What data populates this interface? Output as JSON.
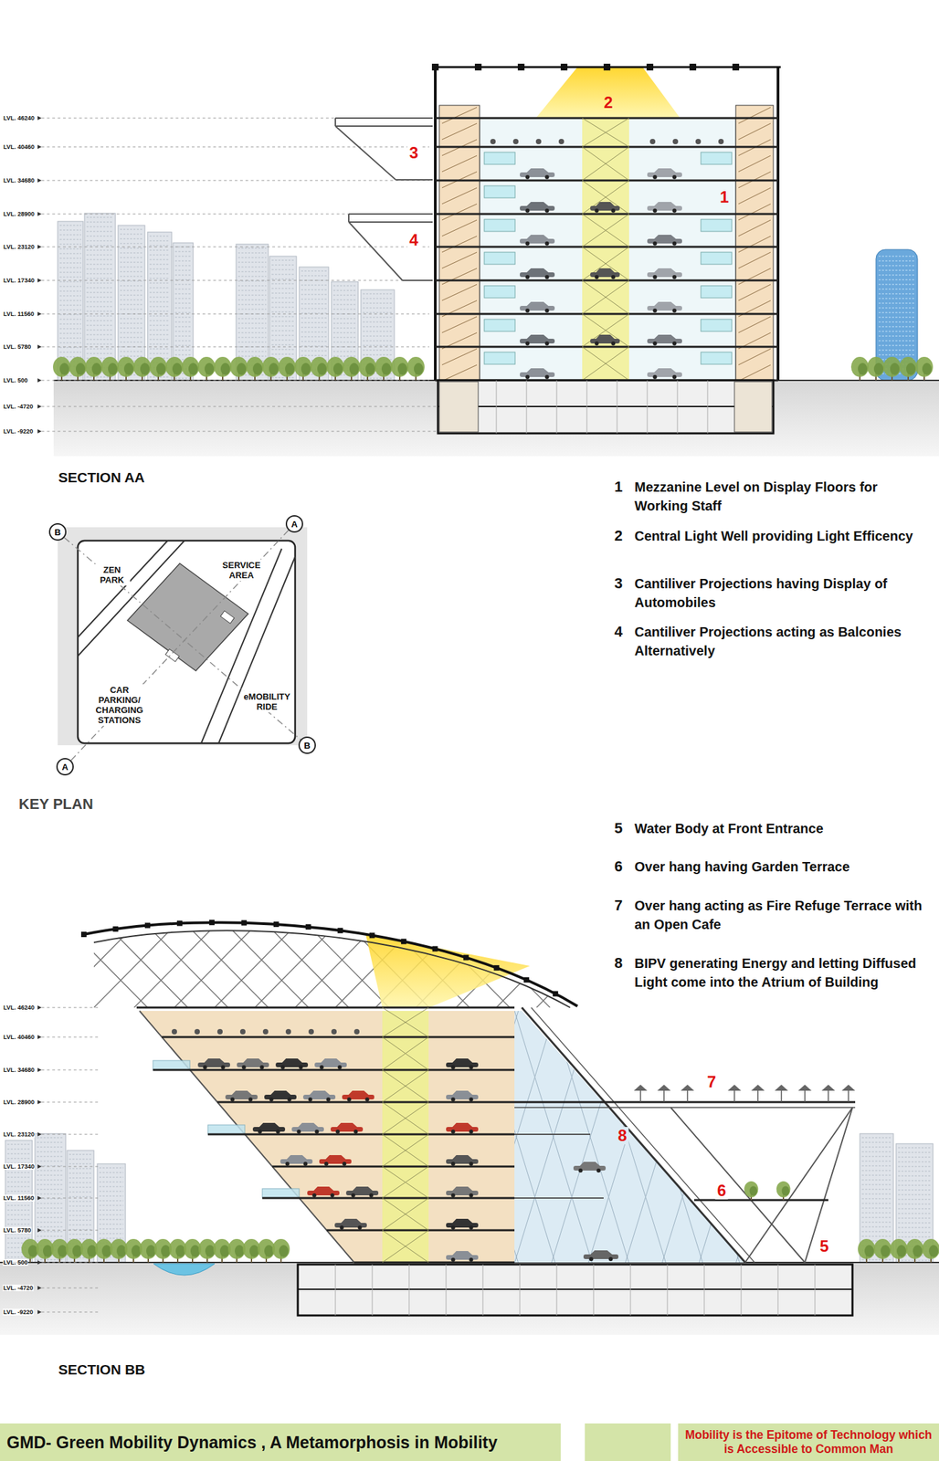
{
  "diagram": {
    "title": "GMD- Green Mobility Dynamics , A Metamorphosis in Mobility",
    "caption": "Mobility is the Epitome of Technology which is Accessible to Common Man",
    "nodes": [
      {
        "text": [
          "B"
        ]
      },
      {
        "text": [
          "A"
        ]
      },
      {
        "text": [
          "A"
        ]
      },
      {
        "text": [
          "B"
        ]
      }
    ],
    "edges": [
      {
        "from": 1,
        "to": 2,
        "arrow": "none"
      },
      {
        "from": 0,
        "to": 3,
        "arrow": "none"
      }
    ],
    "labels": [
      "SECTION AA",
      "LVL. 46240",
      "LVL. 40460",
      "LVL. 34680",
      "LVL. 28900",
      "LVL. 23120",
      "LVL. 17340",
      "LVL. 11560",
      "LVL. 5780",
      "LVL. 500",
      "LVL. -4720",
      "LVL. -9220",
      "2",
      "3",
      "1",
      "4",
      "1",
      "Mezzanine Level on Display Floors for Working Staff",
      "2",
      "Central Light Well providing Light Efficency",
      "3",
      "Cantiliver Projections having Display of Automobiles",
      "4",
      "Cantiliver Projections acting as Balconies Alternatively",
      "ZEN PARK",
      "SERVICE AREA",
      "CAR PARKING/ CHARGING STATIONS",
      "eMOBILITY RIDE",
      "KEY PLAN",
      "5",
      "Water Body at Front Entrance",
      "6",
      "Over hang having Garden Terrace",
      "7",
      "Over hang acting as Fire Refuge Terrace with an Open Cafe",
      "8",
      "BIPV generating Energy and letting Diffused Light come into the Atrium of Building",
      "LVL. 46240",
      "LVL. 40460",
      "LVL. 34680",
      "LVL. 28900",
      "LVL. 23120",
      "LVL. 17340",
      "LVL. 11560",
      "LVL. 5780",
      "LVL. 500",
      "LVL. -4720",
      "LVL. -9220",
      "7",
      "8",
      "6",
      "5",
      "SECTION BB"
    ]
  }
}
